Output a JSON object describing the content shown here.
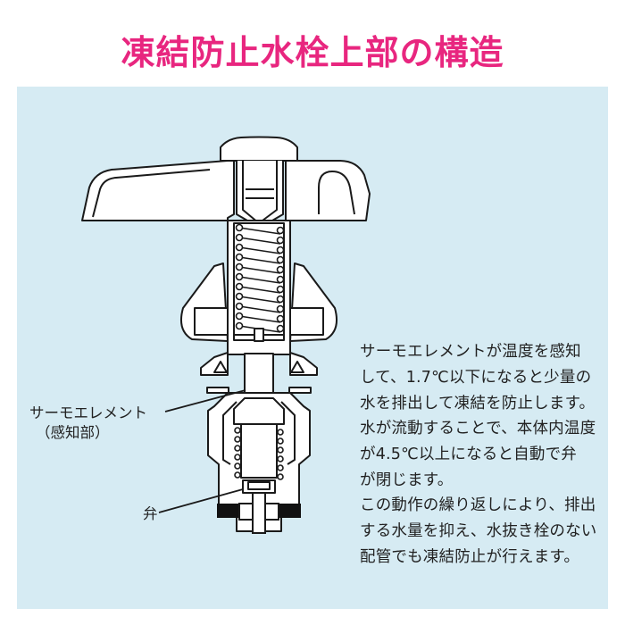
{
  "title": "凍結防止水栓上部の構造",
  "colors": {
    "title": "#e8267f",
    "panel_bg": "#d6ebf3",
    "text": "#222222",
    "line": "#1a1a1a",
    "part_fill": "#ffffff",
    "seal_fill": "#111111"
  },
  "labels": {
    "thermo_element": "サーモエレメント",
    "thermo_element_sub": "（感知部）",
    "valve": "弁"
  },
  "description": [
    {
      "lines": [
        "サーモエレメントが温度を感知",
        "して、1.7℃以下になると少量の",
        "水を排出して凍結を防止します。"
      ]
    },
    {
      "lines": [
        "水が流動することで、本体内温度",
        "が4.5℃以上になると自動で弁",
        "が閉じます。"
      ]
    },
    {
      "lines": [
        "この動作の繰り返しにより、排出",
        "する水量を抑え、水抜き栓のない",
        "配管でも凍結防止が行えます。"
      ]
    }
  ]
}
